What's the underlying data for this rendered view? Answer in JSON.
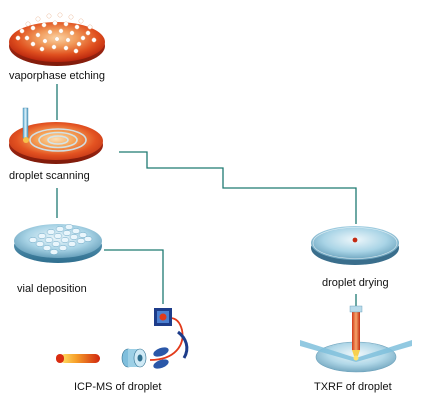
{
  "steps": {
    "etching": "vaporphase etching",
    "scanning": "droplet scanning",
    "vial": "vial deposition",
    "drying": "droplet drying",
    "icpms": "ICP-MS of droplet",
    "txrf": "TXRF of droplet"
  },
  "colors": {
    "connector": "#1e7a72",
    "wafer_red": "#d2351c",
    "wafer_orange": "#f0a24a",
    "wafer_blue": "#8fbfd6",
    "dark_blue": "#1d3c8a"
  }
}
